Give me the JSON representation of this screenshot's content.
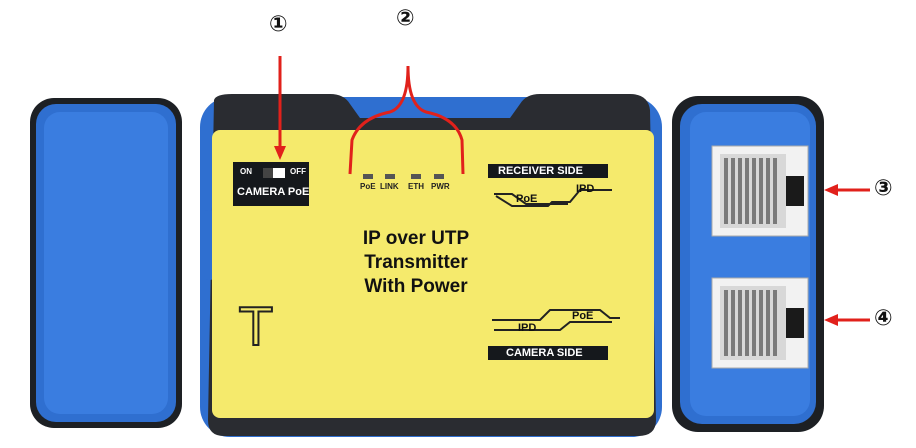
{
  "callouts": {
    "c1": "①",
    "c2": "②",
    "c3": "③",
    "c4": "④"
  },
  "switch": {
    "on": "ON",
    "off": "OFF",
    "name": "CAMERA PoE"
  },
  "leds": [
    "PoE",
    "LINK",
    "ETH",
    "PWR"
  ],
  "receiver_side": {
    "title": "RECEIVER SIDE",
    "left": "PoE",
    "right": "IPD"
  },
  "camera_side": {
    "title": "CAMERA SIDE",
    "left": "IPD",
    "right": "PoE"
  },
  "main_text": {
    "line1": "IP over UTP",
    "line2": "Transmitter",
    "line3": "With Power"
  },
  "logo": "T",
  "colors": {
    "rubber_blue": "#2f6fd0",
    "body_dark": "#2a2c31",
    "label_yellow": "#f5ea6c",
    "arrow_red": "#e1211b"
  }
}
